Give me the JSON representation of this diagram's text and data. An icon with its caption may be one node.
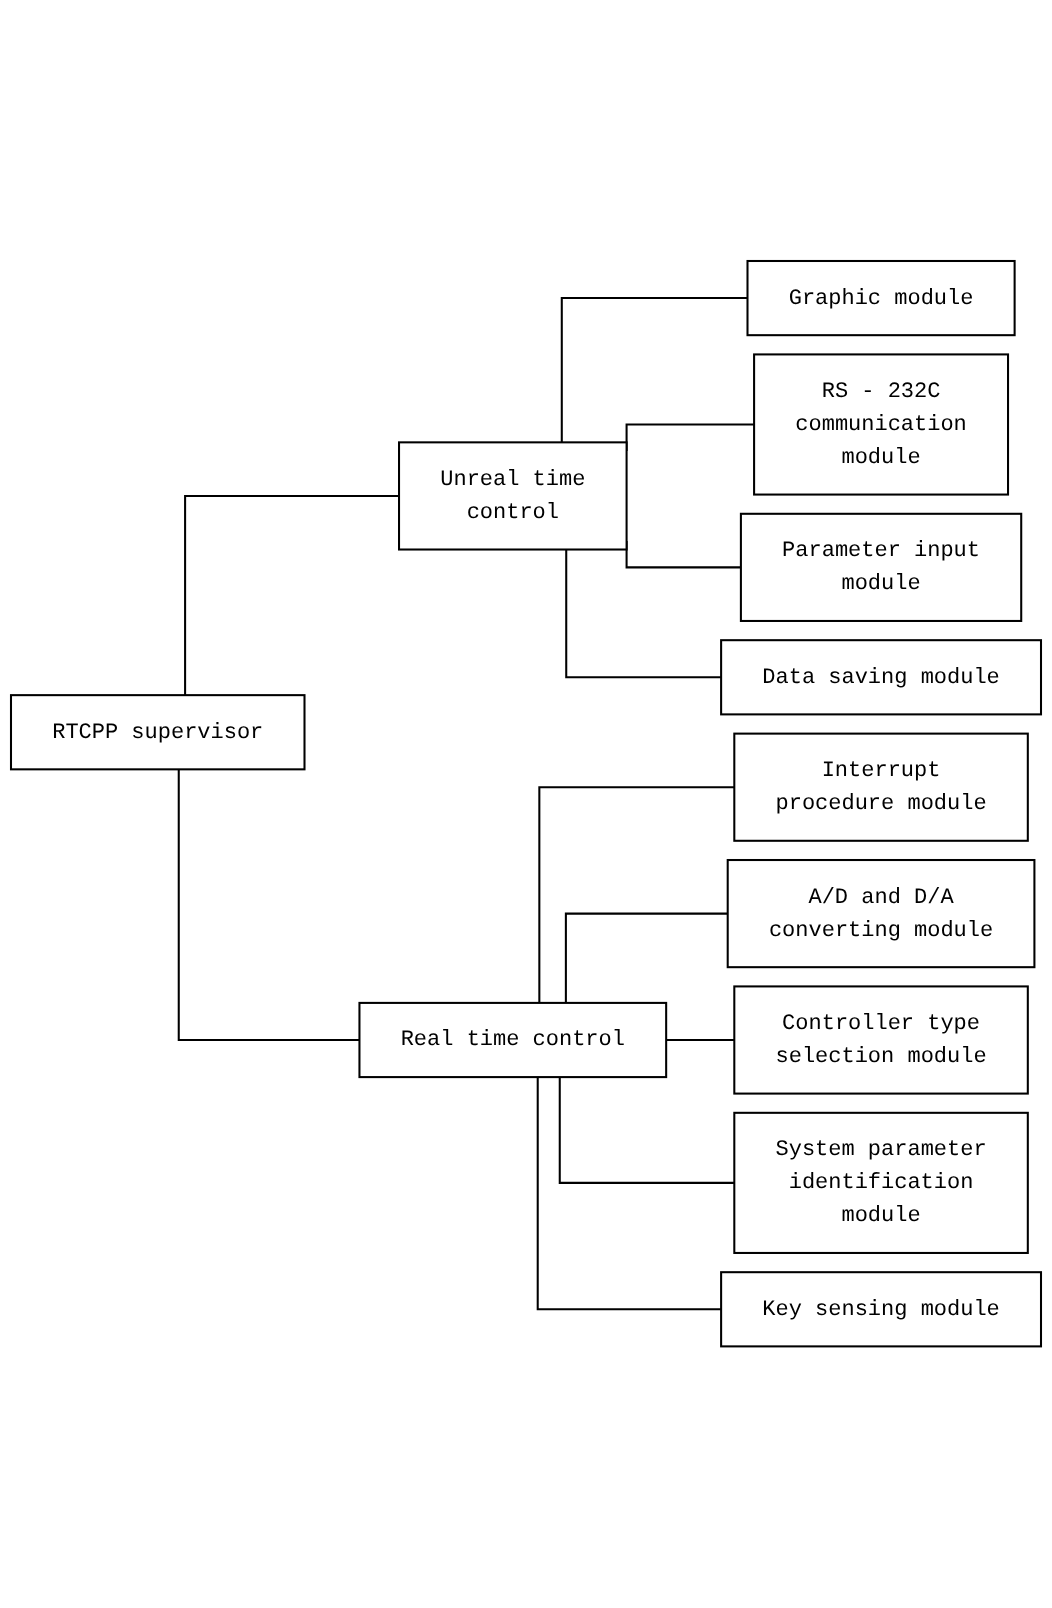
{
  "diagram": {
    "nodes": [
      {
        "text": [
          "RTCPP supervisor"
        ]
      },
      {
        "text": [
          "Unreal time control"
        ]
      },
      {
        "text": [
          "Graphic module"
        ]
      },
      {
        "text": [
          "RS - 232C communication module"
        ]
      },
      {
        "text": [
          "Parameter input module"
        ]
      },
      {
        "text": [
          "Data saving module"
        ]
      },
      {
        "text": [
          "Real time control"
        ]
      },
      {
        "text": [
          "Interrupt procedure module"
        ]
      },
      {
        "text": [
          "A/D and D/A converting module"
        ]
      },
      {
        "text": [
          "Controller type selection module"
        ]
      },
      {
        "text": [
          "System parameter identification module"
        ]
      },
      {
        "text": [
          "Key sensing module"
        ]
      }
    ],
    "edges": [
      {
        "from": 0,
        "to": 1,
        "arrow": "none"
      },
      {
        "from": 0,
        "to": 6,
        "arrow": "none"
      },
      {
        "from": 1,
        "to": 2,
        "arrow": "none"
      },
      {
        "from": 1,
        "to": 3,
        "arrow": "none"
      },
      {
        "from": 1,
        "to": 4,
        "arrow": "none"
      },
      {
        "from": 1,
        "to": 5,
        "arrow": "none"
      },
      {
        "from": 6,
        "to": 7,
        "arrow": "none"
      },
      {
        "from": 6,
        "to": 8,
        "arrow": "none"
      },
      {
        "from": 6,
        "to": 9,
        "arrow": "none"
      },
      {
        "from": 6,
        "to": 10,
        "arrow": "none"
      },
      {
        "from": 6,
        "to": 11,
        "arrow": "none"
      }
    ]
  }
}
